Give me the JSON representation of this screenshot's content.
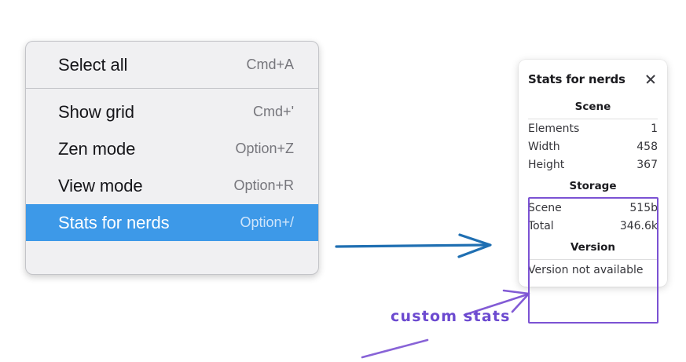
{
  "colors": {
    "menu_bg": "#f0f0f2",
    "menu_border": "#c3c4c8",
    "highlight_blue": "#3d99e8",
    "shortcut_gray": "#76767c",
    "annotation_purple": "#7b52d3",
    "arrow_blue": "#1f6fb2",
    "panel_bg": "#ffffff",
    "panel_divider": "#dededf"
  },
  "context_menu": {
    "groups": [
      {
        "items": [
          {
            "label": "Select all",
            "shortcut": "Cmd+A",
            "selected": false
          }
        ]
      },
      {
        "items": [
          {
            "label": "Show grid",
            "shortcut": "Cmd+'",
            "selected": false
          },
          {
            "label": "Zen mode",
            "shortcut": "Option+Z",
            "selected": false
          },
          {
            "label": "View mode",
            "shortcut": "Option+R",
            "selected": false
          },
          {
            "label": "Stats for nerds",
            "shortcut": "Option+/",
            "selected": true
          }
        ]
      }
    ]
  },
  "stats_panel": {
    "title": "Stats for nerds",
    "close_icon": "close-icon",
    "sections": [
      {
        "heading": "Scene",
        "rows": [
          {
            "label": "Elements",
            "value": "1"
          },
          {
            "label": "Width",
            "value": "458"
          },
          {
            "label": "Height",
            "value": "367"
          }
        ]
      },
      {
        "heading": "Storage",
        "rows": [
          {
            "label": "Scene",
            "value": "515b"
          },
          {
            "label": "Total",
            "value": "346.6k"
          }
        ]
      },
      {
        "heading": "Version",
        "rows": [
          {
            "label": "Version not available",
            "value": ""
          }
        ]
      }
    ]
  },
  "annotations": {
    "custom_stats_label": "custom stats",
    "blue_arrow": "arrow-right-icon",
    "purple_arrow": "arrow-up-right-icon",
    "purple_underline": "underline-stroke"
  }
}
